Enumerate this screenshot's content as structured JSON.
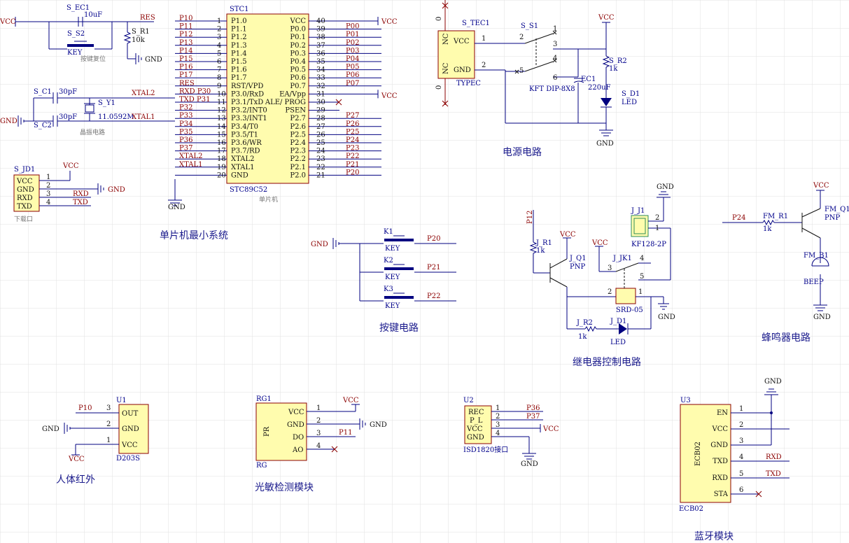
{
  "titles": {
    "mcu": "单片机最小系统",
    "power": "电源电路",
    "keys": "按键电路",
    "relay": "继电器控制电路",
    "buzzer": "蜂鸣器电路",
    "pir": "人体红外",
    "light": "光敏检测模块",
    "bt": "蓝牙模块",
    "reset_sub": "按键复位",
    "xtal_sub": "晶振电路",
    "mcu_sub": "单片机",
    "isd_sub": "ISD1820接口"
  },
  "reset": {
    "cap": "S_EC1",
    "cap_val": "10uF",
    "switch": "S_S2",
    "switch_val": "KEY",
    "res": "S_R1",
    "res_val": "10k",
    "net": "RES",
    "vcc": "VCC",
    "gnd": "GND"
  },
  "xtal": {
    "c1": "S_C1",
    "c1_val": "30pF",
    "c2": "S_C2",
    "c2_val": "30pF",
    "y": "S_Y1",
    "y_val": "11.0592M",
    "n1": "XTAL2",
    "n2": "XTAL1",
    "gnd": "GND"
  },
  "download": {
    "ref": "S_JD1",
    "pins": [
      "VCC",
      "GND",
      "RXD",
      "TXD"
    ],
    "nums": [
      "1",
      "2",
      "3",
      "4"
    ],
    "vcc": "VCC",
    "gnd": "GND",
    "n_rxd": "RXD",
    "n_txd": "TXD",
    "label": "下载口"
  },
  "mcu": {
    "ref": "STC1",
    "part": "STC89C52",
    "left": [
      {
        "n": "1",
        "p": "P1.0",
        "net": "P10"
      },
      {
        "n": "2",
        "p": "P1.1",
        "net": "P11"
      },
      {
        "n": "3",
        "p": "P1.2",
        "net": "P12"
      },
      {
        "n": "4",
        "p": "P1.3",
        "net": "P13"
      },
      {
        "n": "5",
        "p": "P1.4",
        "net": "P14"
      },
      {
        "n": "6",
        "p": "P1.5",
        "net": "P15"
      },
      {
        "n": "7",
        "p": "P1.6",
        "net": "P16"
      },
      {
        "n": "8",
        "p": "P1.7",
        "net": "P17"
      },
      {
        "n": "9",
        "p": "RST/VPD",
        "net": "RES"
      },
      {
        "n": "10",
        "p": "P3.0/RxD",
        "net": "RXD P30"
      },
      {
        "n": "11",
        "p": "P3.1/TxD",
        "net": "TXD P31"
      },
      {
        "n": "12",
        "p": "P3.2/INT0",
        "net": "P32"
      },
      {
        "n": "13",
        "p": "P3.3/INT1",
        "net": "P33"
      },
      {
        "n": "14",
        "p": "P3.4/T0",
        "net": "P34"
      },
      {
        "n": "15",
        "p": "P3.5/T1",
        "net": "P35"
      },
      {
        "n": "16",
        "p": "P3.6/WR",
        "net": "P36"
      },
      {
        "n": "17",
        "p": "P3.7/RD",
        "net": "P37"
      },
      {
        "n": "18",
        "p": "XTAL2",
        "net": "XTAL2"
      },
      {
        "n": "19",
        "p": "XTAL1",
        "net": "XTAL1"
      },
      {
        "n": "20",
        "p": "GND",
        "net": ""
      }
    ],
    "right": [
      {
        "n": "40",
        "p": "VCC",
        "net": "VCC"
      },
      {
        "n": "39",
        "p": "P0.0",
        "net": "P00"
      },
      {
        "n": "38",
        "p": "P0.1",
        "net": "P01"
      },
      {
        "n": "37",
        "p": "P0.2",
        "net": "P02"
      },
      {
        "n": "36",
        "p": "P0.3",
        "net": "P03"
      },
      {
        "n": "35",
        "p": "P0.4",
        "net": "P04"
      },
      {
        "n": "34",
        "p": "P0.5",
        "net": "P05"
      },
      {
        "n": "33",
        "p": "P0.6",
        "net": "P06"
      },
      {
        "n": "32",
        "p": "P0.7",
        "net": "P07"
      },
      {
        "n": "31",
        "p": "EA/Vpp",
        "net": "VCC"
      },
      {
        "n": "30",
        "p": "ALE/ PROG",
        "net": ""
      },
      {
        "n": "29",
        "p": "PSEN",
        "net": ""
      },
      {
        "n": "28",
        "p": "P2.7",
        "net": "P27"
      },
      {
        "n": "27",
        "p": "P2.6",
        "net": "P26"
      },
      {
        "n": "26",
        "p": "P2.5",
        "net": "P25"
      },
      {
        "n": "25",
        "p": "P2.4",
        "net": "P24"
      },
      {
        "n": "24",
        "p": "P2.3",
        "net": "P23"
      },
      {
        "n": "23",
        "p": "P2.2",
        "net": "P22"
      },
      {
        "n": "22",
        "p": "P2.1",
        "net": "P21"
      },
      {
        "n": "21",
        "p": "P2.0",
        "net": "P20"
      }
    ],
    "gnd": "GND"
  },
  "power": {
    "tec": "S_TEC1",
    "tec_type": "TYPEC",
    "p_vcc": "VCC",
    "p_gnd": "GND",
    "nc": "NC",
    "zero": "0",
    "sw": "S_S1",
    "sw_part": "KFT DIP-8X8",
    "ec": "EC1",
    "ec_val": "220uF",
    "r": "S_R2",
    "r_val": "1k",
    "d": "S_D1",
    "d_val": "LED",
    "vcc": "VCC",
    "gnd": "GND",
    "sw_nums": [
      "1",
      "2",
      "3",
      "4",
      "5",
      "6"
    ],
    "tec_nums": [
      "1",
      "2"
    ]
  },
  "keys": {
    "gnd": "GND",
    "items": [
      {
        "ref": "K1",
        "val": "KEY",
        "net": "P20"
      },
      {
        "ref": "K2",
        "val": "KEY",
        "net": "P21"
      },
      {
        "ref": "K3",
        "val": "KEY",
        "net": "P22"
      }
    ]
  },
  "relay": {
    "net_in": "P12",
    "r1": "J_R1",
    "r1_val": "1k",
    "q1": "J_Q1",
    "q1_type": "PNP",
    "vcc": "VCC",
    "vcc2": "VCC",
    "j1": "J_J1",
    "j1_part": "KF128-2P",
    "jk": "J_JK1",
    "jk_part": "SRD-05",
    "r2": "J_R2",
    "r2_val": "1k",
    "d1": "J_D1",
    "d1_val": "LED",
    "gnd": "GND",
    "gnd2": "GND",
    "nums": [
      "2",
      "1",
      "3",
      "4",
      "5",
      "2",
      "1"
    ]
  },
  "buzzer": {
    "net": "P24",
    "r": "FM_R1",
    "r_val": "1k",
    "q": "FM_Q1",
    "q_type": "PNP",
    "b": "FM_B1",
    "b_val": "BEEP",
    "vcc": "VCC",
    "gnd": "GND"
  },
  "pir": {
    "ref": "U1",
    "part": "D203S",
    "pins": [
      "OUT",
      "GND",
      "VCC"
    ],
    "nums": [
      "3",
      "2",
      "1"
    ],
    "net": "P10",
    "gnd": "GND",
    "vcc": "VCC"
  },
  "light": {
    "ref": "RG1",
    "part": "RG",
    "pr": "PR",
    "pins": [
      "VCC",
      "GND",
      "DO",
      "AO"
    ],
    "nums": [
      "1",
      "2",
      "3",
      "4"
    ],
    "vcc": "VCC",
    "gnd": "GND",
    "net": "P11"
  },
  "isd": {
    "ref": "U2",
    "pins": [
      "REC",
      "P_L",
      "VCC",
      "GND"
    ],
    "nums": [
      "1",
      "2",
      "3",
      "4"
    ],
    "n1": "P36",
    "n2": "P37",
    "vcc": "VCC",
    "gnd": "GND"
  },
  "bt": {
    "ref": "U3",
    "part": "ECB02",
    "body": "ECB02",
    "pins": [
      "EN",
      "VCC",
      "GND",
      "TXD",
      "RXD",
      "STA"
    ],
    "nums": [
      "1",
      "2",
      "3",
      "4",
      "5",
      "6"
    ],
    "gnd": "GND",
    "n_rxd": "RXD",
    "n_txd": "TXD"
  }
}
